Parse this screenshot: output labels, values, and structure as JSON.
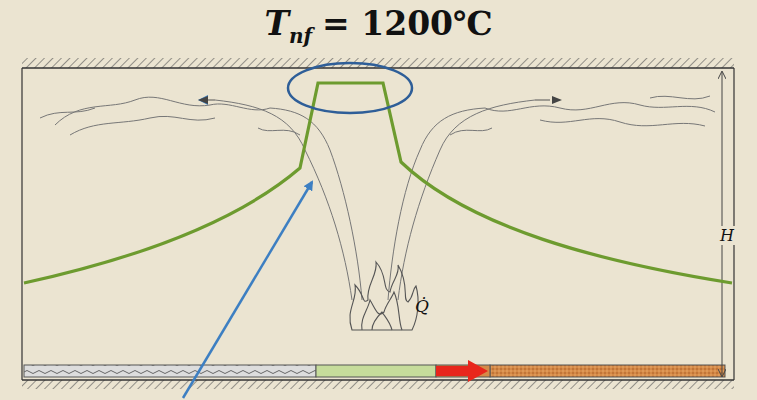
{
  "diagram": {
    "labels": [
      "T",
      "nf",
      "= 1200℃",
      "Q̇",
      "H"
    ]
  }
}
